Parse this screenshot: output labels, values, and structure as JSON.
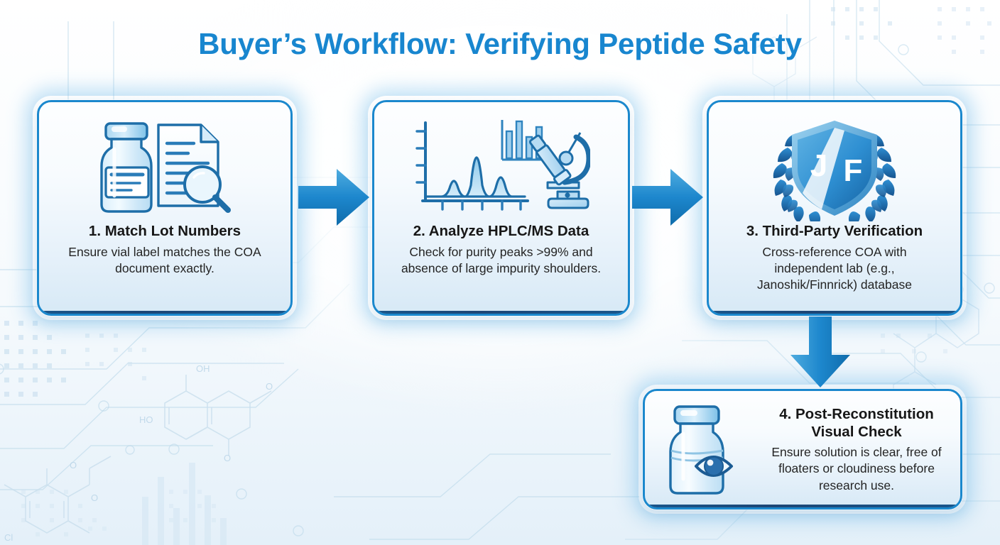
{
  "page": {
    "title": "Buyer’s Workflow: Verifying Peptide Safety",
    "accent_color": "#1886cf",
    "border_color": "#1b88cd",
    "arrow_color": "#1579bf",
    "background": "light blue scientific gradient with circuit traces and chemical structures"
  },
  "steps": [
    {
      "id": "step-1",
      "number": "1",
      "title": "1. Match Lot Numbers",
      "description": "Ensure vial label matches the COA document exactly.",
      "icons": [
        "vial-icon",
        "document-icon",
        "magnifier-icon"
      ]
    },
    {
      "id": "step-2",
      "number": "2",
      "title": "2. Analyze HPLC/MS Data",
      "description": "Check for purity peaks >99% and absence of large impurity shoulders.",
      "icons": [
        "chromatogram-icon",
        "bar-chart-icon",
        "microscope-icon"
      ]
    },
    {
      "id": "step-3",
      "number": "3",
      "title": "3. Third-Party Verification",
      "description": "Cross-reference COA with independent lab (e.g., Janoshik/Finnrick) database",
      "icons": [
        "shield-badge-icon",
        "laurel-wreath-icon"
      ],
      "badge_letters": {
        "left": "J",
        "right": "F"
      }
    },
    {
      "id": "step-4",
      "number": "4",
      "title": "4. Post-Reconstitution Visual Check",
      "description": "Ensure solution is clear, free of floaters or cloudiness before research use.",
      "icons": [
        "vial-icon",
        "eye-icon"
      ]
    }
  ],
  "connectors": [
    {
      "id": "connector-1-2",
      "direction": "right",
      "icon": "arrow-right-icon"
    },
    {
      "id": "connector-2-3",
      "direction": "right",
      "icon": "arrow-right-icon"
    },
    {
      "id": "connector-3-4",
      "direction": "down",
      "icon": "arrow-down-icon"
    }
  ]
}
